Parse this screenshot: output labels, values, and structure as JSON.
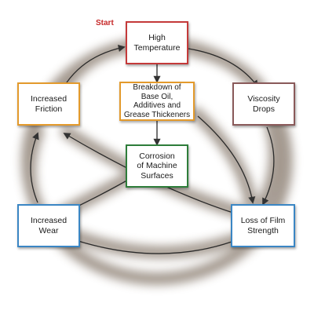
{
  "diagram": {
    "start_label": "Start",
    "nodes": {
      "high_temperature": "High\nTemperature",
      "increased_friction": "Increased\nFriction",
      "breakdown": "Breakdown of\nBase Oil,\nAdditives and\nGrease Thickeners",
      "viscosity_drops": "Viscosity\nDrops",
      "corrosion": "Corrosion\nof Machine\nSurfaces",
      "increased_wear": "Increased\nWear",
      "loss_of_film": "Loss of Film\nStrength"
    },
    "colors": {
      "start": "#c62828",
      "high_temperature": "#c43a3a",
      "increased_friction": "#e39a2c",
      "breakdown": "#e39a2c",
      "viscosity_drops": "#8a5a5a",
      "corrosion": "#2e7d3a",
      "increased_wear": "#3a86c4",
      "loss_of_film": "#3a86c4"
    }
  }
}
